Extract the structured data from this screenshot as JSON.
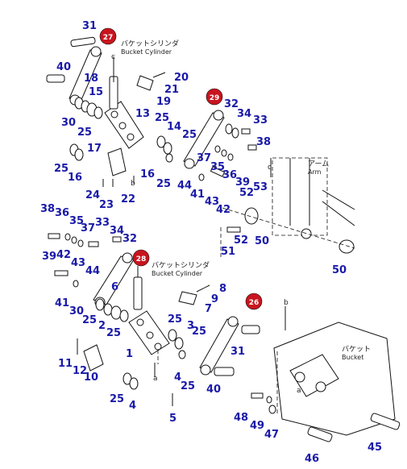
{
  "diagram": {
    "callouts": {
      "n1": "1",
      "n2": "2",
      "n3": "3",
      "n4": "4",
      "n5": "5",
      "n6": "6",
      "n7": "7",
      "n8": "8",
      "n9": "9",
      "n10": "10",
      "n11": "11",
      "n12": "12",
      "n13": "13",
      "n14": "14",
      "n15": "15",
      "n16": "16",
      "n17": "17",
      "n18": "18",
      "n19": "19",
      "n20": "20",
      "n21": "21",
      "n22": "22",
      "n23": "23",
      "n24": "24",
      "n25": "25",
      "n26": "26",
      "n27": "27",
      "n28": "28",
      "n29": "29",
      "n30": "30",
      "n31": "31",
      "n32": "32",
      "n33": "33",
      "n34": "34",
      "n35": "35",
      "n36": "36",
      "n37": "37",
      "n38": "38",
      "n39": "39",
      "n40": "40",
      "n41": "41",
      "n42": "42",
      "n43": "43",
      "n44": "44",
      "n45": "45",
      "n46": "46",
      "n47": "47",
      "n48": "48",
      "n49": "49",
      "n50": "50",
      "n51": "51",
      "n52": "52",
      "n53": "53"
    },
    "annotations": {
      "bucket_cylinder_jp": "バケットシリンダ",
      "bucket_cylinder_en": "Bucket Cylinder",
      "arm_jp": "アーム",
      "arm_en": "Arm",
      "bucket_jp": "バケット",
      "bucket_en": "Bucket",
      "ref_a": "a",
      "ref_b": "b",
      "ref_c": "c"
    },
    "colors": {
      "callout": "#1a1aa8",
      "badge": "#c8141e",
      "line": "#111111"
    }
  }
}
